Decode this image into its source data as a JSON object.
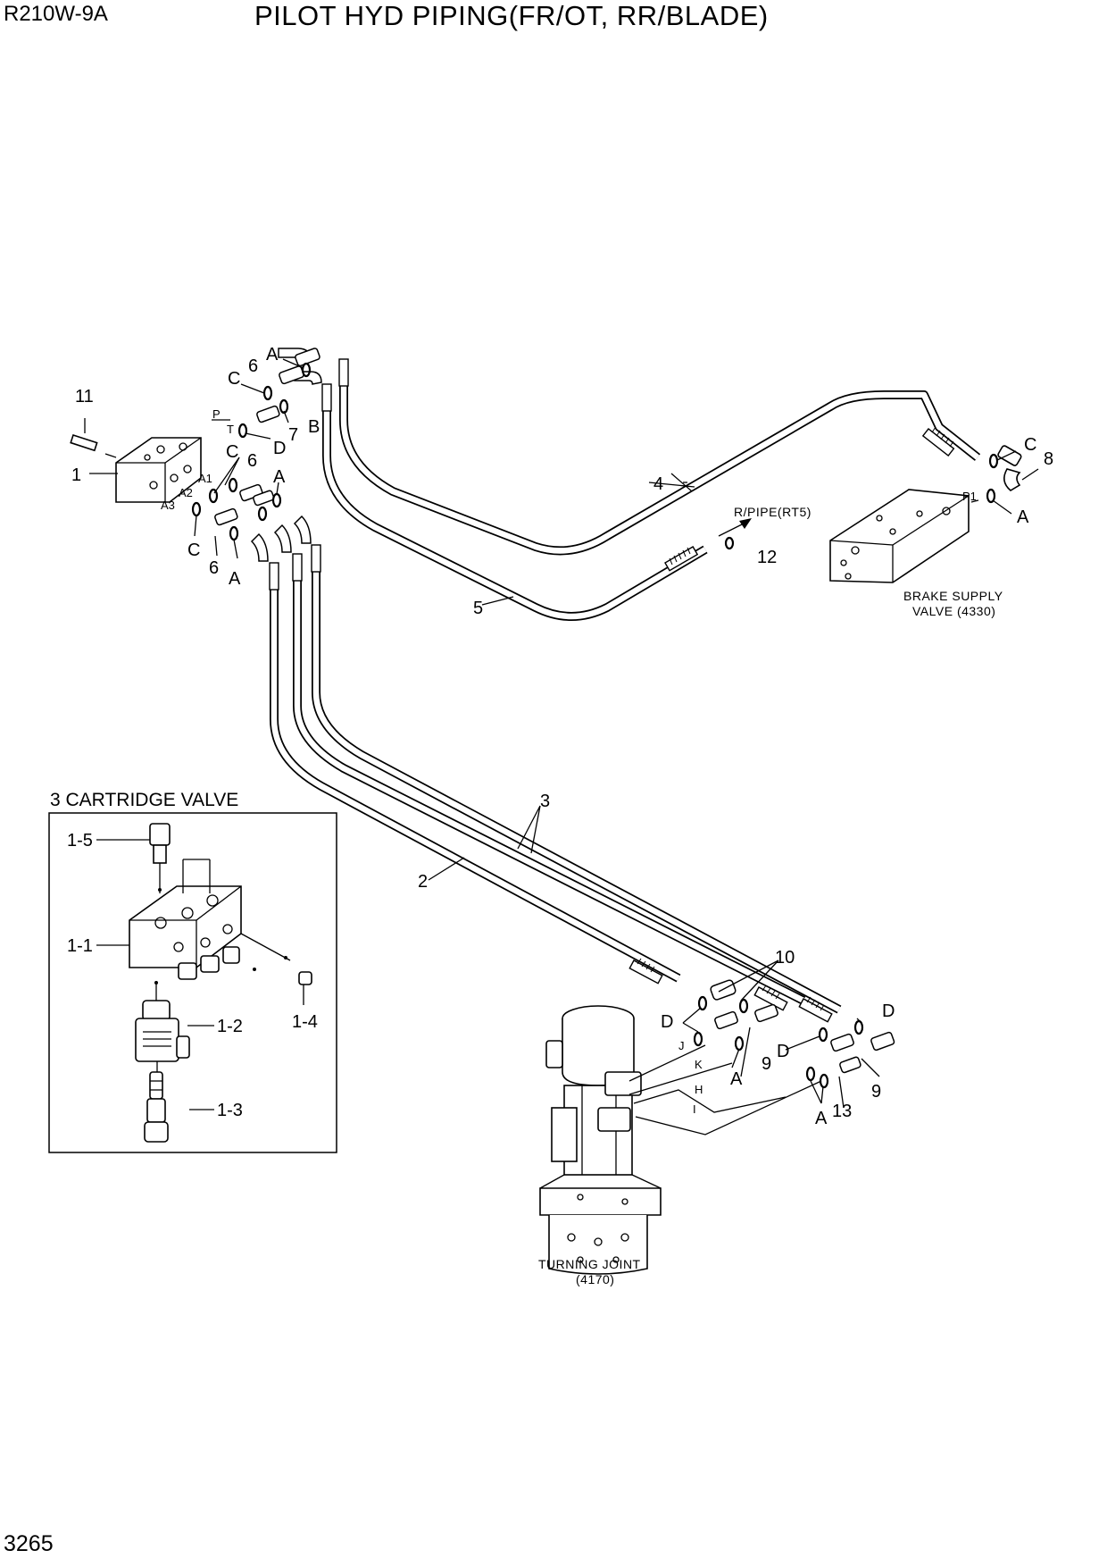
{
  "header": {
    "model": "R210W-9A",
    "title": "PILOT HYD PIPING(FR/OT, RR/BLADE)"
  },
  "footer": {
    "page_number": "3265"
  },
  "inset": {
    "title": "3 CARTRIDGE VALVE",
    "labels": [
      "1-5",
      "1-1",
      "1-2",
      "1-4",
      "1-3"
    ]
  },
  "callouts": {
    "n11": "11",
    "n1": "1",
    "n6a": "6",
    "nAa": "A",
    "nCa": "C",
    "n7": "7",
    "nB": "B",
    "nD1": "D",
    "nC2": "C",
    "n6b": "6",
    "nAb": "A",
    "nC3": "C",
    "n6c": "6",
    "nAc": "A",
    "n4": "4",
    "n5": "5",
    "n12": "12",
    "nC4": "C",
    "n8": "8",
    "nA4": "A",
    "n3": "3",
    "n2": "2",
    "n10": "10",
    "nD2": "D",
    "nD3": "D",
    "nD4": "D",
    "n9a": "9",
    "n9b": "9",
    "nA5": "A",
    "nA6": "A",
    "n13": "13"
  },
  "ports": {
    "P": "P",
    "T": "T",
    "A1": "A1",
    "A2": "A2",
    "A3": "A3",
    "P1": "P1",
    "J": "J",
    "K": "K",
    "H": "H",
    "I": "I"
  },
  "notes": {
    "rpipe": "R/PIPE(RT5)",
    "brake_l1": "BRAKE SUPPLY",
    "brake_l2": "VALVE (4330)",
    "tj_l1": "TURNING JOINT",
    "tj_l2": "(4170)"
  }
}
